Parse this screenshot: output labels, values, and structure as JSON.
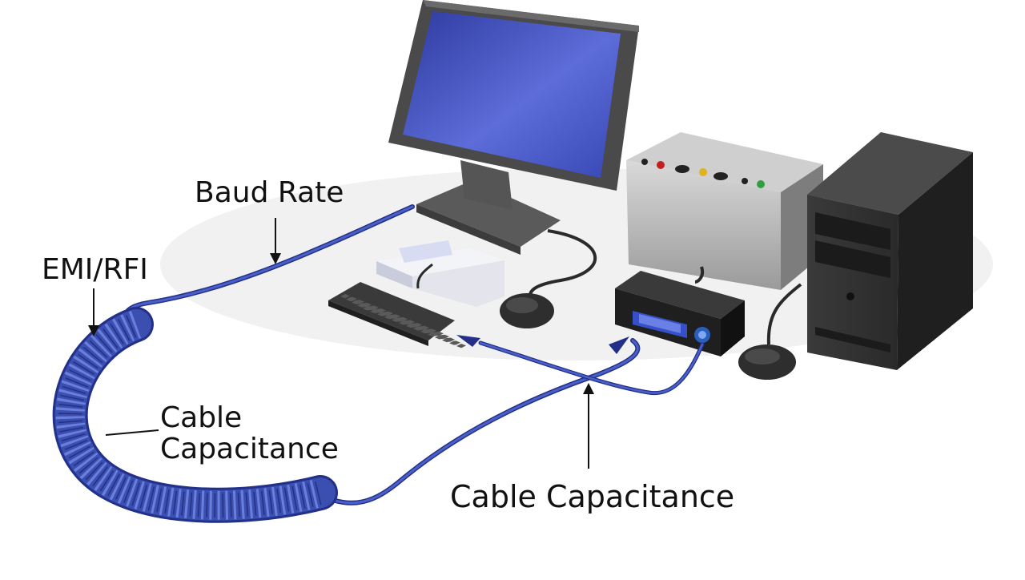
{
  "labels": {
    "baud_rate": "Baud Rate",
    "emi_rfi": "EMI/RFI",
    "cable_capacitance_coil_line1": "Cable",
    "cable_capacitance_coil_line2": "Capacitance",
    "cable_capacitance_bottom": "Cable Capacitance"
  },
  "components": {
    "monitor": "monitor-icon",
    "keyboard": "keyboard-icon",
    "mouse": "mouse-icon",
    "paper_stack": "paper-icon",
    "control_box": "control-box-icon",
    "serial_adapter": "serial-adapter-icon",
    "tower": "computer-tower-icon",
    "coiled_cable": "coiled-cable-icon"
  },
  "colors": {
    "cable": "#3a4fb0",
    "cable_dark": "#23308a",
    "screen": "#4b5ccc",
    "text": "#111111"
  }
}
